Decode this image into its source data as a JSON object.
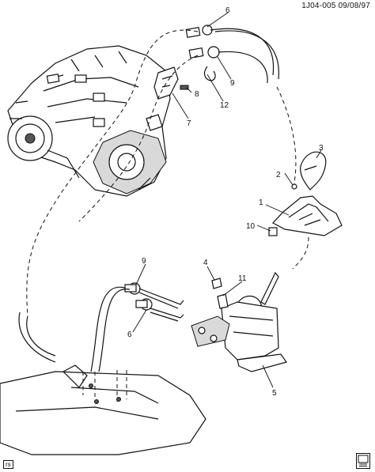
{
  "header": {
    "code": "1J04-005  09/08/97"
  },
  "footer": {
    "badge": "rs",
    "icon": "document-stamp-icon"
  },
  "callouts": {
    "c1": "1",
    "c2": "2",
    "c3": "3",
    "c4": "4",
    "c5": "5",
    "c6a": "6",
    "c6b": "6",
    "c7": "7",
    "c8": "8",
    "c9a": "9",
    "c9b": "9",
    "c10": "10",
    "c11": "11",
    "c12": "12"
  }
}
